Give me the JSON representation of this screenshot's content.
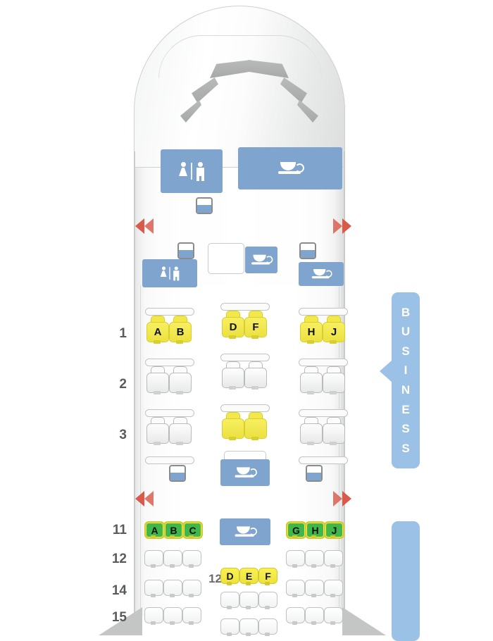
{
  "aircraft": {
    "nose_icon": "cockpit-windows",
    "wing_icon": "wing"
  },
  "cabins": [
    {
      "id": "business",
      "label": "BUSINESS",
      "letters": [
        "B",
        "U",
        "S",
        "I",
        "N",
        "E",
        "S",
        "S"
      ]
    },
    {
      "id": "economy",
      "label": ""
    }
  ],
  "service_items": {
    "lavatory_front_label": "lavatory",
    "lavatory_second_label": "lavatory",
    "galley_label": "galley",
    "closet_label": "closet",
    "stowage_label": "stowage"
  },
  "exits": [
    {
      "id": "exit-front-left",
      "side": "left",
      "icon": "double-chevron-left"
    },
    {
      "id": "exit-front-right",
      "side": "right",
      "icon": "double-chevron-right"
    },
    {
      "id": "exit-mid-left",
      "side": "left",
      "icon": "double-chevron-left"
    },
    {
      "id": "exit-mid-right",
      "side": "right",
      "icon": "double-chevron-right"
    }
  ],
  "business_rows": [
    {
      "row": "1",
      "left": [
        {
          "s": "A",
          "st": "yellow"
        },
        {
          "s": "B",
          "st": "yellow"
        }
      ],
      "center": [
        {
          "s": "D",
          "st": "yellow"
        },
        {
          "s": "F",
          "st": "yellow"
        }
      ],
      "right": [
        {
          "s": "H",
          "st": "yellow"
        },
        {
          "s": "J",
          "st": "yellow"
        }
      ]
    },
    {
      "row": "2",
      "left": [
        {
          "s": "",
          "st": "empty"
        },
        {
          "s": "",
          "st": "empty"
        }
      ],
      "center": [
        {
          "s": "",
          "st": "empty"
        },
        {
          "s": "",
          "st": "empty"
        }
      ],
      "right": [
        {
          "s": "",
          "st": "empty"
        },
        {
          "s": "",
          "st": "empty"
        }
      ]
    },
    {
      "row": "3",
      "left": [
        {
          "s": "",
          "st": "empty"
        },
        {
          "s": "",
          "st": "empty"
        }
      ],
      "center": [
        {
          "s": "",
          "st": "yellow"
        },
        {
          "s": "",
          "st": "yellow"
        }
      ],
      "right": [
        {
          "s": "",
          "st": "empty"
        },
        {
          "s": "",
          "st": "empty"
        }
      ]
    }
  ],
  "economy_rows": [
    {
      "row": "11",
      "left": [
        {
          "s": "A",
          "st": "green"
        },
        {
          "s": "B",
          "st": "green"
        },
        {
          "s": "C",
          "st": "green"
        }
      ],
      "right": [
        {
          "s": "G",
          "st": "green"
        },
        {
          "s": "H",
          "st": "green"
        },
        {
          "s": "J",
          "st": "green"
        }
      ]
    },
    {
      "row": "12",
      "left": [
        {
          "s": "",
          "st": "empty"
        },
        {
          "s": "",
          "st": "empty"
        },
        {
          "s": "",
          "st": "empty"
        }
      ],
      "right": [
        {
          "s": "",
          "st": "empty"
        },
        {
          "s": "",
          "st": "empty"
        },
        {
          "s": "",
          "st": "empty"
        }
      ]
    },
    {
      "row": "14",
      "left": [
        {
          "s": "",
          "st": "empty"
        },
        {
          "s": "",
          "st": "empty"
        },
        {
          "s": "",
          "st": "empty"
        }
      ],
      "right": [
        {
          "s": "",
          "st": "empty"
        },
        {
          "s": "",
          "st": "empty"
        },
        {
          "s": "",
          "st": "empty"
        }
      ]
    },
    {
      "row": "15",
      "left": [
        {
          "s": "",
          "st": "empty"
        },
        {
          "s": "",
          "st": "empty"
        },
        {
          "s": "",
          "st": "empty"
        }
      ],
      "right": [
        {
          "s": "",
          "st": "empty"
        },
        {
          "s": "",
          "st": "empty"
        },
        {
          "s": "",
          "st": "empty"
        }
      ]
    }
  ],
  "economy_center_rows": [
    {
      "row": "12",
      "seats": [
        {
          "s": "D",
          "st": "yellow"
        },
        {
          "s": "E",
          "st": "yellow"
        },
        {
          "s": "F",
          "st": "yellow"
        }
      ]
    },
    {
      "row": "",
      "seats": [
        {
          "s": "",
          "st": "empty"
        },
        {
          "s": "",
          "st": "empty"
        },
        {
          "s": "",
          "st": "empty"
        }
      ]
    },
    {
      "row": "",
      "seats": [
        {
          "s": "",
          "st": "empty"
        },
        {
          "s": "",
          "st": "empty"
        },
        {
          "s": "",
          "st": "empty"
        }
      ]
    }
  ],
  "colors": {
    "selected_seat": "#41b64a",
    "preferred_seat": "#f2e84a",
    "service_block": "#7fa4cd",
    "badge": "#9cc1e6",
    "exit_arrow": "#d9594a",
    "fuselage": "#ffffff"
  }
}
